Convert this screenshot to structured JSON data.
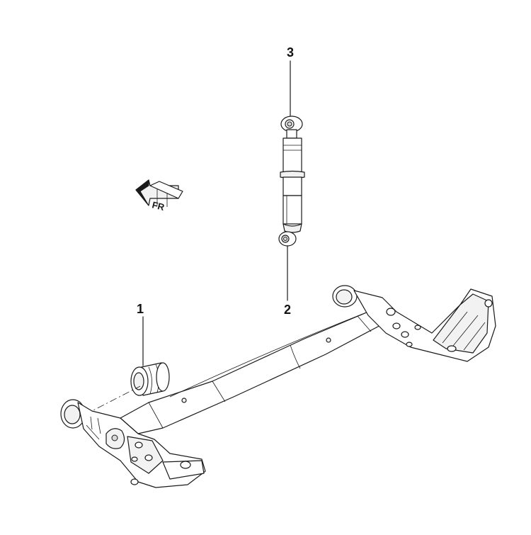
{
  "callouts": {
    "c1": "1",
    "c2": "2",
    "c3": "3"
  },
  "direction_marker": {
    "label": "FR",
    "icon": "front-direction-arrow-icon"
  },
  "colors": {
    "line": "#1a1a1a",
    "background": "#ffffff"
  }
}
